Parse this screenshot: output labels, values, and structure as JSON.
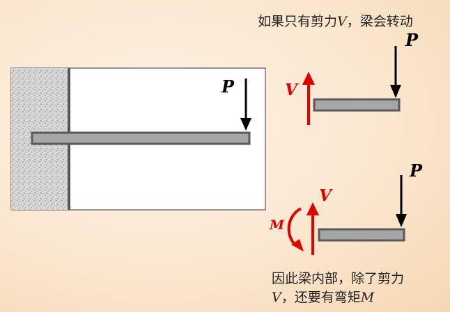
{
  "captions": {
    "top_prefix": "如果只有剪力",
    "top_symbol": "V",
    "top_suffix": "，梁会转动",
    "bottom_line1": "因此梁内部，除了剪力",
    "bottom_line2_symbol1": "V",
    "bottom_line2_mid": "，还要有弯矩",
    "bottom_line2_symbol2": "M"
  },
  "labels": {
    "load": "P",
    "shear": "V",
    "moment": "M"
  },
  "colors": {
    "background": "#fbe7cf",
    "arrow_black": "#000000",
    "arrow_red": "#e00000",
    "beam_fill": "#a6a6a6",
    "beam_stroke": "#5a5a5a"
  }
}
